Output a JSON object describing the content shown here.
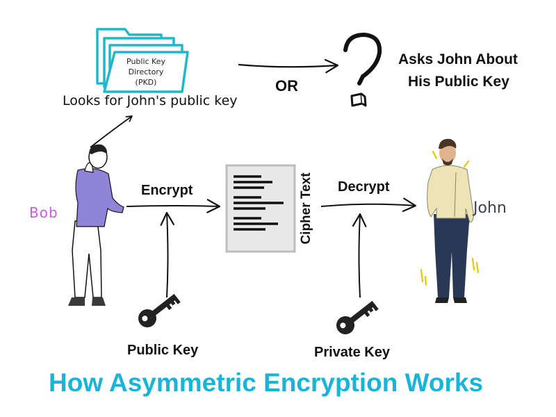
{
  "pkd": {
    "line1": "Public Key",
    "line2": "Directory",
    "line3": "(PKD)"
  },
  "labels": {
    "looks_for": "Looks for John's public key",
    "or": "OR",
    "asks_line1": "Asks John About",
    "asks_line2": "His Public Key",
    "bob": "Bob",
    "john": "John",
    "encrypt": "Encrypt",
    "cipher_text": "Cipher Text",
    "decrypt": "Decrypt",
    "public_key": "Public Key",
    "private_key": "Private Key"
  },
  "title": "How Asymmetric Encryption Works",
  "colors": {
    "folder": "#1fb8c9",
    "title": "#1ab4d6",
    "bob_label": "#c45fd6",
    "john_label": "#3a4150",
    "bob_sweater": "#8f84d8",
    "john_shirt": "#ece3b6",
    "john_pants": "#293955",
    "document": "#e8e8e8"
  },
  "icons": [
    "folder-icon",
    "question-mark-icon",
    "document-icon",
    "key-icon",
    "bob-figure",
    "john-figure"
  ]
}
